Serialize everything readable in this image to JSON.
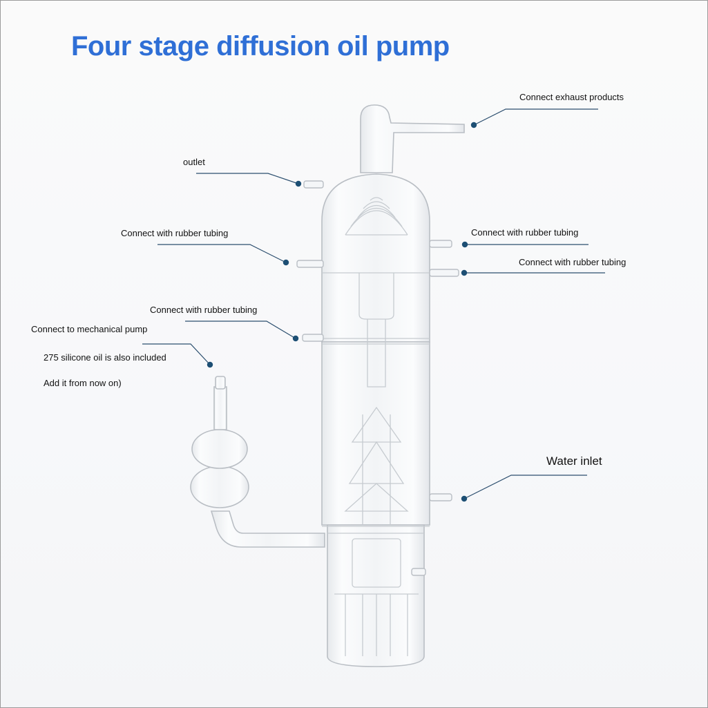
{
  "title": "Four stage diffusion oil pump",
  "labels": {
    "exhaust": "Connect exhaust products",
    "outlet": "outlet",
    "rubber_left_top": "Connect with rubber tubing",
    "rubber_right_top": "Connect with rubber tubing",
    "rubber_right_mid": "Connect with rubber tubing",
    "rubber_left_mid": "Connect with rubber tubing",
    "mech_pump": "Connect to mechanical pump",
    "oil_note": "275 silicone oil is also included",
    "add_note": "Add it from now on)",
    "water_inlet": "Water inlet"
  },
  "colors": {
    "title": "#2f6fd6",
    "leader_line": "#2b4e6e",
    "dot": "#1d4f74",
    "glass_stroke": "#b9bec4"
  }
}
